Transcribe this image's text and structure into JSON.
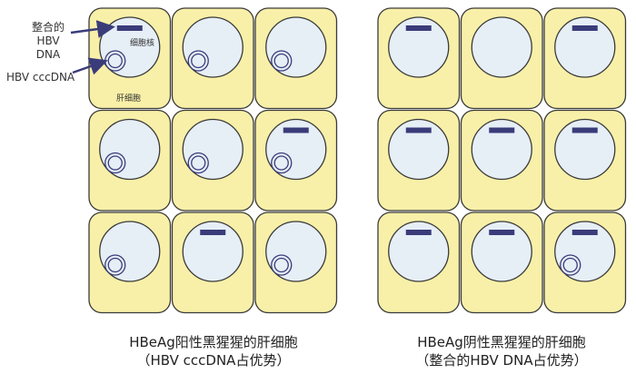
{
  "labels": {
    "integrated_line1": "整合的",
    "integrated_line2": "HBV DNA",
    "cccdna": "HBV cccDNA",
    "nucleus": "细胞核",
    "hepatocyte": "肝细胞"
  },
  "panels": [
    {
      "caption_line1": "HBeAg阳性黑猩猩的肝细胞",
      "caption_line2": "（HBV cccDNA占优势）",
      "cells": [
        {
          "integrated": true,
          "cccdna": true
        },
        {
          "integrated": false,
          "cccdna": true
        },
        {
          "integrated": false,
          "cccdna": true
        },
        {
          "integrated": false,
          "cccdna": true
        },
        {
          "integrated": false,
          "cccdna": true
        },
        {
          "integrated": true,
          "cccdna": true
        },
        {
          "integrated": false,
          "cccdna": true
        },
        {
          "integrated": true,
          "cccdna": false
        },
        {
          "integrated": false,
          "cccdna": true
        }
      ]
    },
    {
      "caption_line1": "HBeAg阴性黑猩猩的肝细胞",
      "caption_line2": "（整合的HBV DNA占优势）",
      "cells": [
        {
          "integrated": true,
          "cccdna": false
        },
        {
          "integrated": false,
          "cccdna": false
        },
        {
          "integrated": true,
          "cccdna": false
        },
        {
          "integrated": true,
          "cccdna": false
        },
        {
          "integrated": true,
          "cccdna": false
        },
        {
          "integrated": true,
          "cccdna": false
        },
        {
          "integrated": true,
          "cccdna": false
        },
        {
          "integrated": true,
          "cccdna": false
        },
        {
          "integrated": true,
          "cccdna": true
        }
      ]
    }
  ],
  "colors": {
    "cell": "#f8f0a8",
    "nucleus": "#e6eef6",
    "dna": "#3a3c7a",
    "outline": "#3a3a3a"
  }
}
